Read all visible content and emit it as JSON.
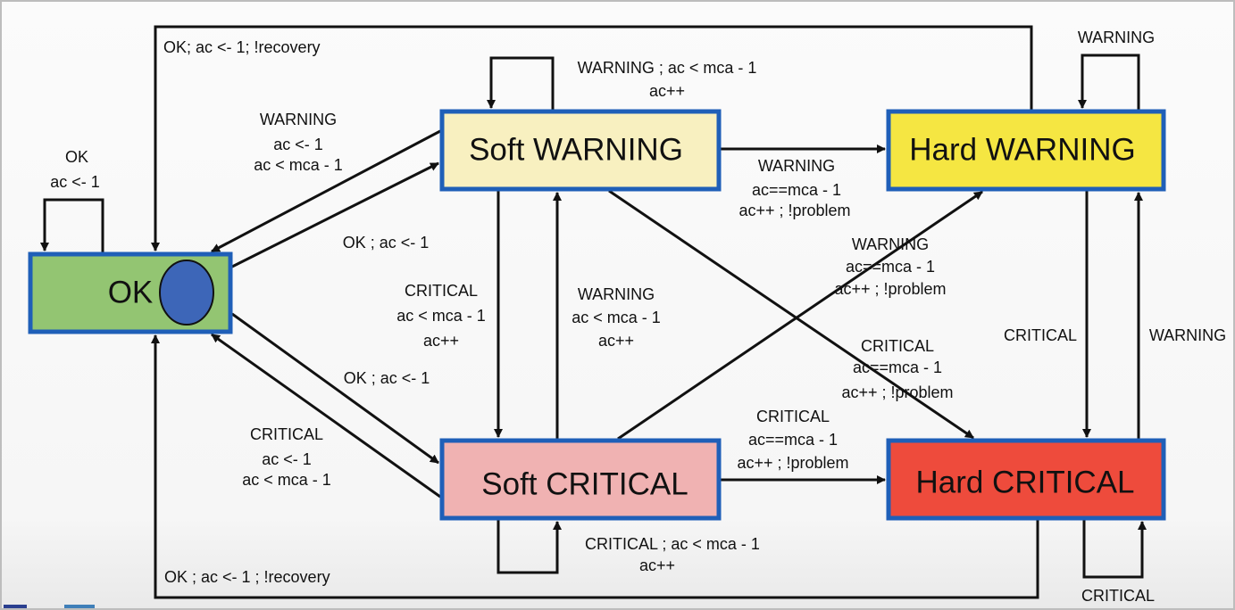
{
  "states": {
    "ok": {
      "label": "OK",
      "color": "#93c572"
    },
    "soft_warning": {
      "label": "Soft WARNING",
      "color": "#f8f0c0"
    },
    "hard_warning": {
      "label": "Hard WARNING",
      "color": "#f5e642"
    },
    "soft_critical": {
      "label": "Soft CRITICAL",
      "color": "#f0b2b2"
    },
    "hard_critical": {
      "label": "Hard CRITICAL",
      "color": "#ee4b3c"
    }
  },
  "border_color": "#1f5fb8",
  "ok_marker_color": "#3d66b8",
  "transitions": {
    "top_recovery": "OK; ac <- 1; !recovery",
    "bottom_recovery": "OK ; ac <- 1 ; !recovery",
    "ok_self": [
      "OK",
      "ac <- 1"
    ],
    "ok_to_sw": [
      "WARNING",
      "ac <- 1",
      "ac < mca - 1"
    ],
    "sw_to_ok": "OK ; ac <- 1",
    "sw_self": [
      "WARNING ; ac < mca - 1",
      "ac++"
    ],
    "sw_to_hw": [
      "WARNING",
      "ac==mca - 1",
      "ac++ ; !problem"
    ],
    "sw_to_sc": [
      "CRITICAL",
      "ac < mca - 1",
      "ac++"
    ],
    "sc_to_sw": [
      "WARNING",
      "ac < mca - 1",
      "ac++"
    ],
    "sc_to_hw": [
      "WARNING",
      "ac==mca - 1",
      "ac++ ; !problem"
    ],
    "sw_to_hc": [
      "CRITICAL",
      "ac==mca - 1",
      "ac++ ; !problem"
    ],
    "sc_to_ok": "OK ; ac <- 1",
    "ok_to_sc": [
      "CRITICAL",
      "ac <- 1",
      "ac < mca - 1"
    ],
    "sc_to_hc": [
      "CRITICAL",
      "ac==mca - 1",
      "ac++ ; !problem"
    ],
    "sc_self": [
      "CRITICAL ; ac < mca - 1",
      "ac++"
    ],
    "hw_self": "WARNING",
    "hw_to_hc": "CRITICAL",
    "hc_to_hw": "WARNING",
    "hc_self": "CRITICAL"
  }
}
